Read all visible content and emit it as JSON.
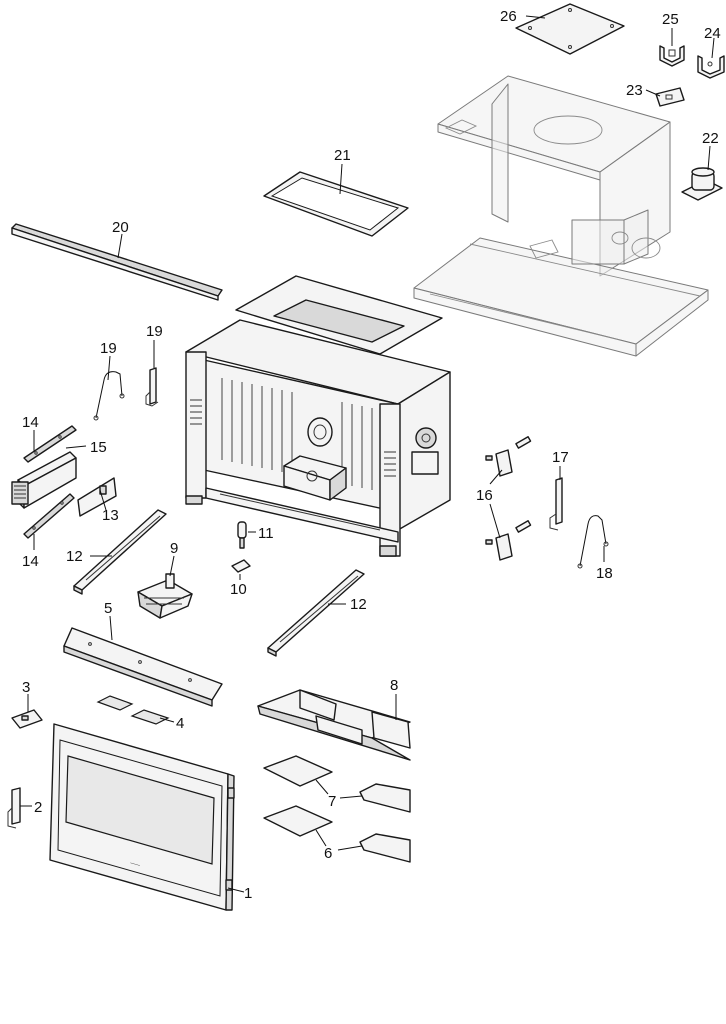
{
  "diagram": {
    "callouts": [
      {
        "id": "1",
        "text": "1"
      },
      {
        "id": "2",
        "text": "2"
      },
      {
        "id": "3",
        "text": "3"
      },
      {
        "id": "4",
        "text": "4"
      },
      {
        "id": "5",
        "text": "5"
      },
      {
        "id": "6",
        "text": "6"
      },
      {
        "id": "7",
        "text": "7"
      },
      {
        "id": "8",
        "text": "8"
      },
      {
        "id": "9",
        "text": "9"
      },
      {
        "id": "10",
        "text": "10"
      },
      {
        "id": "11",
        "text": "11"
      },
      {
        "id": "12a",
        "text": "12"
      },
      {
        "id": "12b",
        "text": "12"
      },
      {
        "id": "13",
        "text": "13"
      },
      {
        "id": "14a",
        "text": "14"
      },
      {
        "id": "14b",
        "text": "14"
      },
      {
        "id": "15",
        "text": "15"
      },
      {
        "id": "16",
        "text": "16"
      },
      {
        "id": "17",
        "text": "17"
      },
      {
        "id": "18",
        "text": "18"
      },
      {
        "id": "19a",
        "text": "19"
      },
      {
        "id": "19b",
        "text": "19"
      },
      {
        "id": "20",
        "text": "20"
      },
      {
        "id": "21",
        "text": "21"
      },
      {
        "id": "22",
        "text": "22"
      },
      {
        "id": "23",
        "text": "23"
      },
      {
        "id": "24",
        "text": "24"
      },
      {
        "id": "25",
        "text": "25"
      },
      {
        "id": "26",
        "text": "26"
      }
    ]
  }
}
